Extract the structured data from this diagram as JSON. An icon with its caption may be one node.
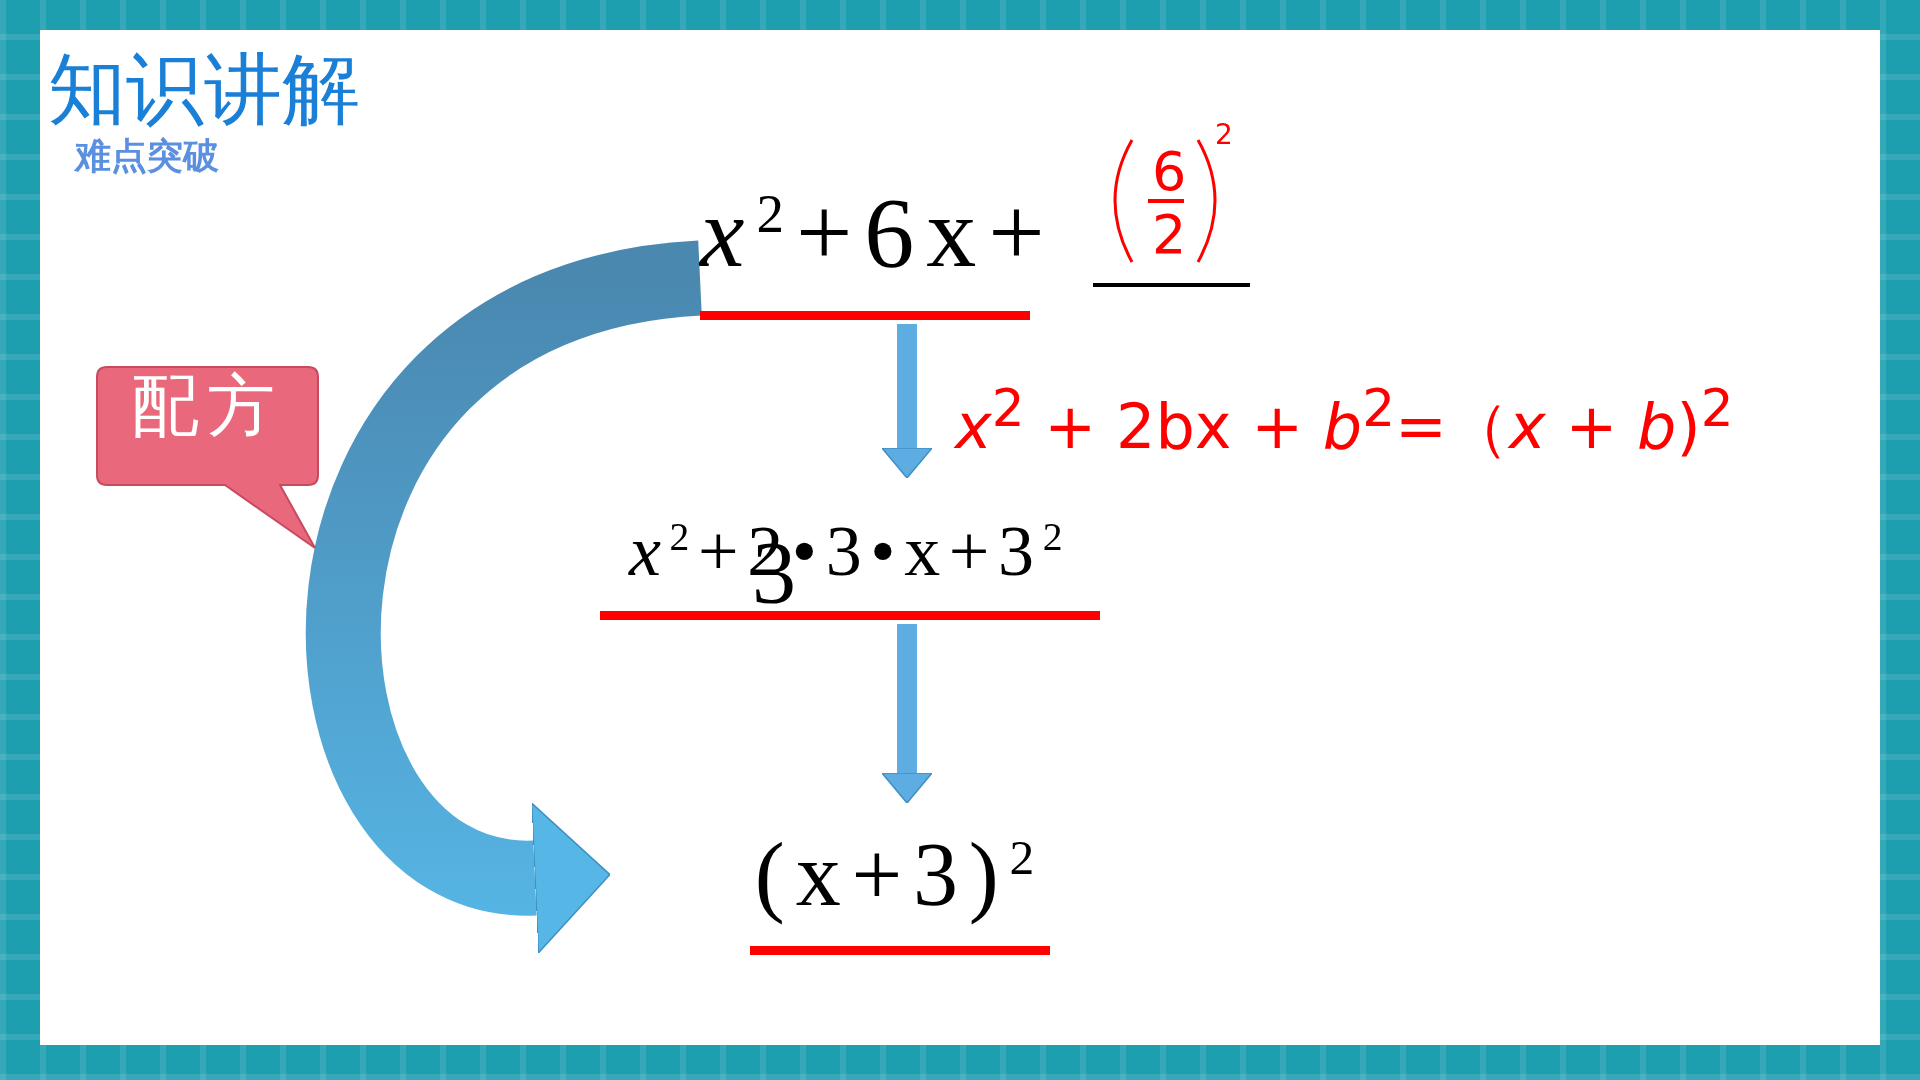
{
  "diagram": {
    "title": "知识讲解",
    "nodes": [
      {
        "text": [
          "*x*$^{2}$+6x+"
        ]
      },
      {
        "text": [
          "*x*$^{2}$+2•3•x+3$^{2}$"
        ]
      },
      {
        "text": [
          "(x+3)$^{2}$"
        ]
      },
      {
        "text": [
          "配方"
        ]
      }
    ],
    "edges": [
      {
        "from": 0,
        "to": 1,
        "arrow": "to"
      },
      {
        "from": 1,
        "to": 2,
        "arrow": "to"
      },
      {
        "from": 0,
        "to": 2,
        "arrow": "to",
        "style": "thick"
      }
    ],
    "labels": [
      "难点突破",
      "6",
      "2",
      "2",
      "*x*$^{2}$ + 2bx + *b*$^{2}$=（*x* + *b*)$^{2}$",
      "3"
    ]
  }
}
